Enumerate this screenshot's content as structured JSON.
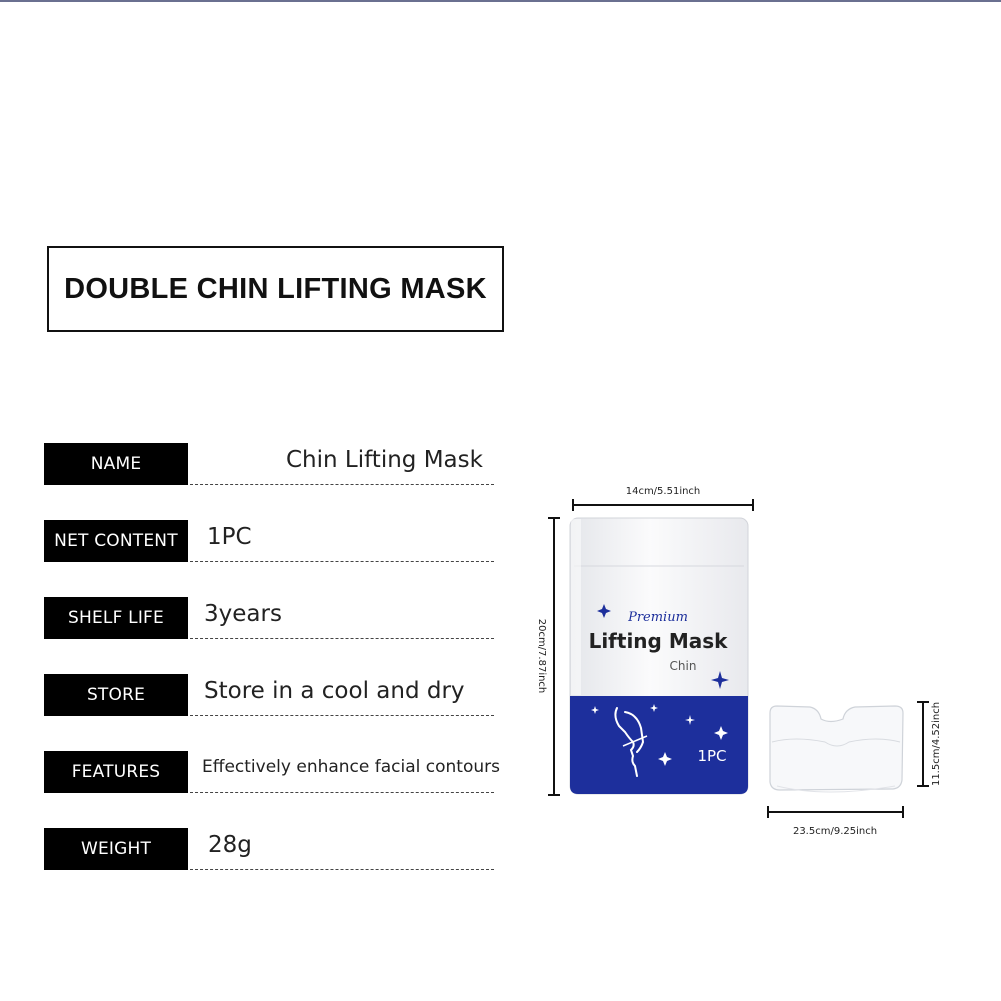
{
  "title": "DOUBLE CHIN LIFTING MASK",
  "specs": [
    {
      "label": "NAME",
      "value": "Chin Lifting Mask"
    },
    {
      "label": "NET  CONTENT",
      "value": "1PC"
    },
    {
      "label": "SHELF LIFE",
      "value": "3years"
    },
    {
      "label": "STORE",
      "value": "Store in a cool and dry"
    },
    {
      "label": "FEATURES",
      "value": "Effectively enhance facial contours"
    },
    {
      "label": "WEIGHT",
      "value": "28g"
    }
  ],
  "package": {
    "premium": "Premium",
    "brand": "Lifting Mask",
    "sub": "Chin",
    "count": "1PC",
    "width_label": "14cm/5.51inch",
    "height_label": "20cm/7.87inch"
  },
  "mask": {
    "width_label": "23.5cm/9.25inch",
    "height_label": "11.5cm/4.52inch"
  },
  "colors": {
    "package_blue": "#1d2f9c",
    "package_white": "#f4f5f7"
  },
  "icons": [
    "sparkle-icon",
    "face-silhouette-icon"
  ]
}
